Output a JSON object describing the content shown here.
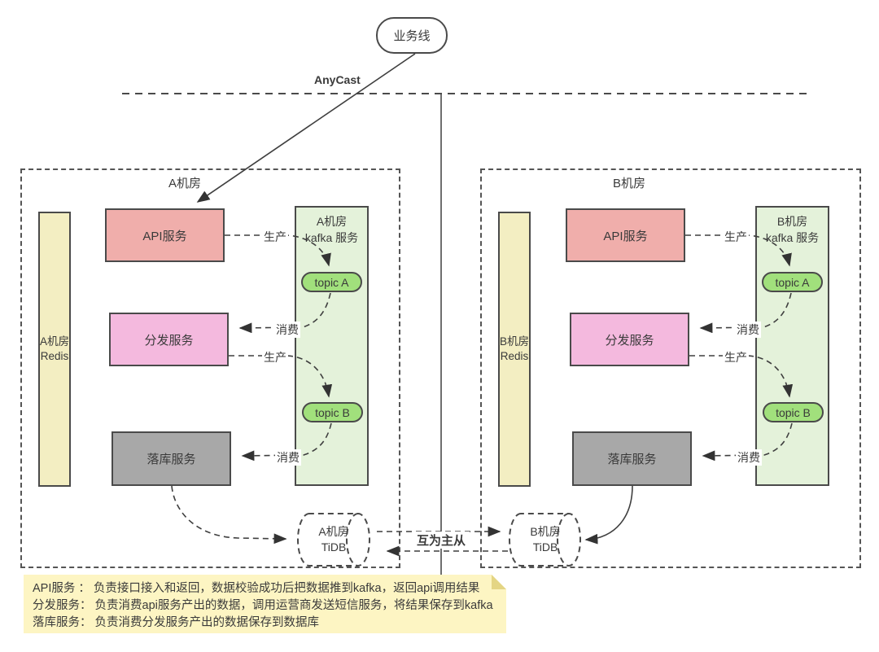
{
  "diagram": {
    "business_line_label": "业务线",
    "anycast_label": "AnyCast",
    "mutual_master_slave_label": "互为主从",
    "labels": {
      "produce": "生产",
      "consume": "消费"
    }
  },
  "datacenters": [
    {
      "name": "A机房",
      "redis_line1": "A机房",
      "redis_line2": "Redis",
      "api": "API服务",
      "dispatch": "分发服务",
      "sink": "落库服务",
      "kafka_line1": "A机房",
      "kafka_line2": "kafka 服务",
      "topic_a": "topic A",
      "topic_b": "topic B",
      "tidb_line1": "A机房",
      "tidb_line2": "TiDB"
    },
    {
      "name": "B机房",
      "redis_line1": "B机房",
      "redis_line2": "Redis",
      "api": "API服务",
      "dispatch": "分发服务",
      "sink": "落库服务",
      "kafka_line1": "B机房",
      "kafka_line2": "kafka 服务",
      "topic_a": "topic A",
      "topic_b": "topic B",
      "tidb_line1": "B机房",
      "tidb_line2": "TiDB"
    }
  ],
  "note": {
    "lines": [
      "API服务 ： 负责接口接入和返回，数据校验成功后把数据推到kafka，返回api调用结果",
      "分发服务： 负责消费api服务产出的数据，调用运营商发送短信服务，将结果保存到kafka",
      "落库服务： 负责消费分发服务产出的数据保存到数据库"
    ]
  },
  "colors": {
    "border": "#4a4a4a",
    "line": "#3f3f3f",
    "api_fill": "#f0aeab",
    "dispatch_fill": "#f4b9de",
    "sink_fill": "#a8a8a8",
    "redis_fill": "#f3eec2",
    "kafka_fill": "#e4f2da",
    "topic_fill": "#a1e07c",
    "note_fill": "#fdf5c3",
    "note_fold": "#e4d584"
  }
}
